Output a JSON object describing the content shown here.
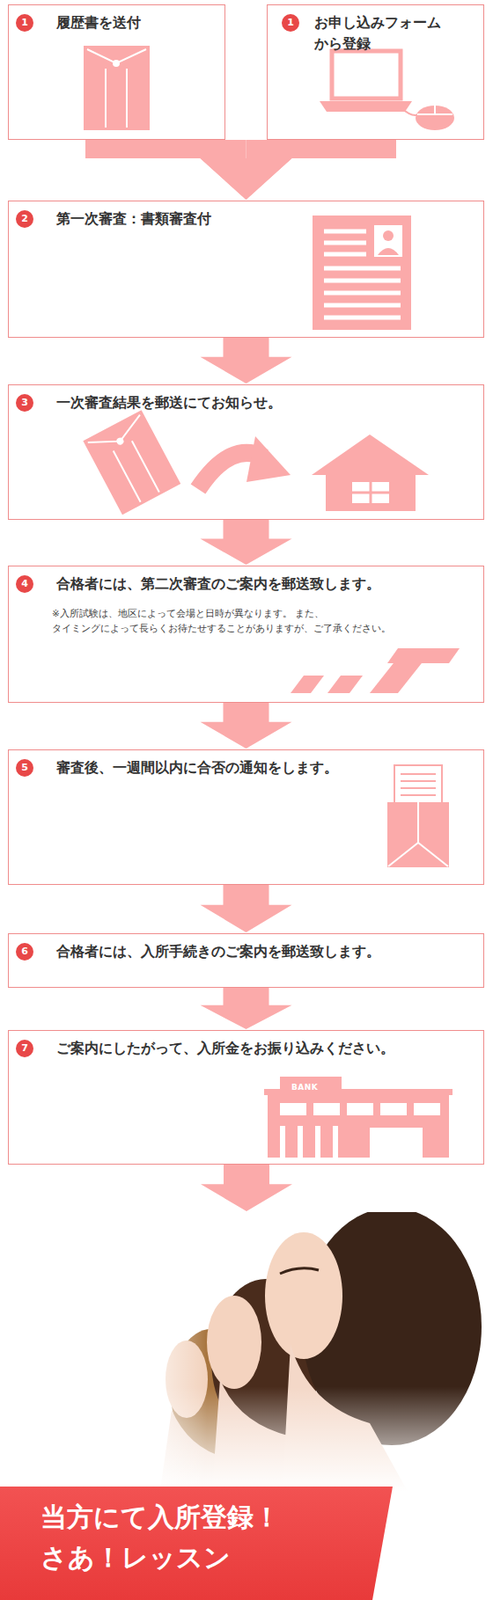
{
  "diagram": {
    "nodes": [
      {
        "text": [
          "履歴書を送付"
        ]
      },
      {
        "text": [
          "お申し込みフォーム から登録"
        ]
      },
      {
        "text": [
          "第一次審査：書類審査付"
        ]
      },
      {
        "text": [
          "一次審査結果を郵送にてお知らせ。"
        ]
      },
      {
        "text": [
          "合格者には、第二次審査のご案内を郵送致します。",
          "※入所試験は、地区によって会場と日時が異なります。 また、タイミングによって長らくお待たせすることがありますが、ご了承ください。"
        ]
      },
      {
        "text": [
          "審査後、一週間以内に合否の通知をします。"
        ]
      },
      {
        "text": [
          "合格者には、入所手続きのご案内を郵送致します。"
        ]
      },
      {
        "text": [
          "ご案内にしたがって、入所金をお振り込みください。"
        ]
      },
      {
        "text": [
          "当方にて入所登録！ さあ！レッスン"
        ]
      }
    ],
    "edges": [
      {
        "from": 0,
        "to": 2,
        "arrow": "to"
      },
      {
        "from": 1,
        "to": 2,
        "arrow": "to"
      },
      {
        "from": 2,
        "to": 3,
        "arrow": "to"
      },
      {
        "from": 3,
        "to": 4,
        "arrow": "to"
      },
      {
        "from": 4,
        "to": 5,
        "arrow": "to"
      },
      {
        "from": 5,
        "to": 6,
        "arrow": "to"
      },
      {
        "from": 6,
        "to": 7,
        "arrow": "to"
      },
      {
        "from": 7,
        "to": 8,
        "arrow": "to"
      }
    ],
    "labels": [
      "1",
      "1",
      "2",
      "3",
      "4",
      "5",
      "6",
      "7",
      "BANK"
    ]
  }
}
